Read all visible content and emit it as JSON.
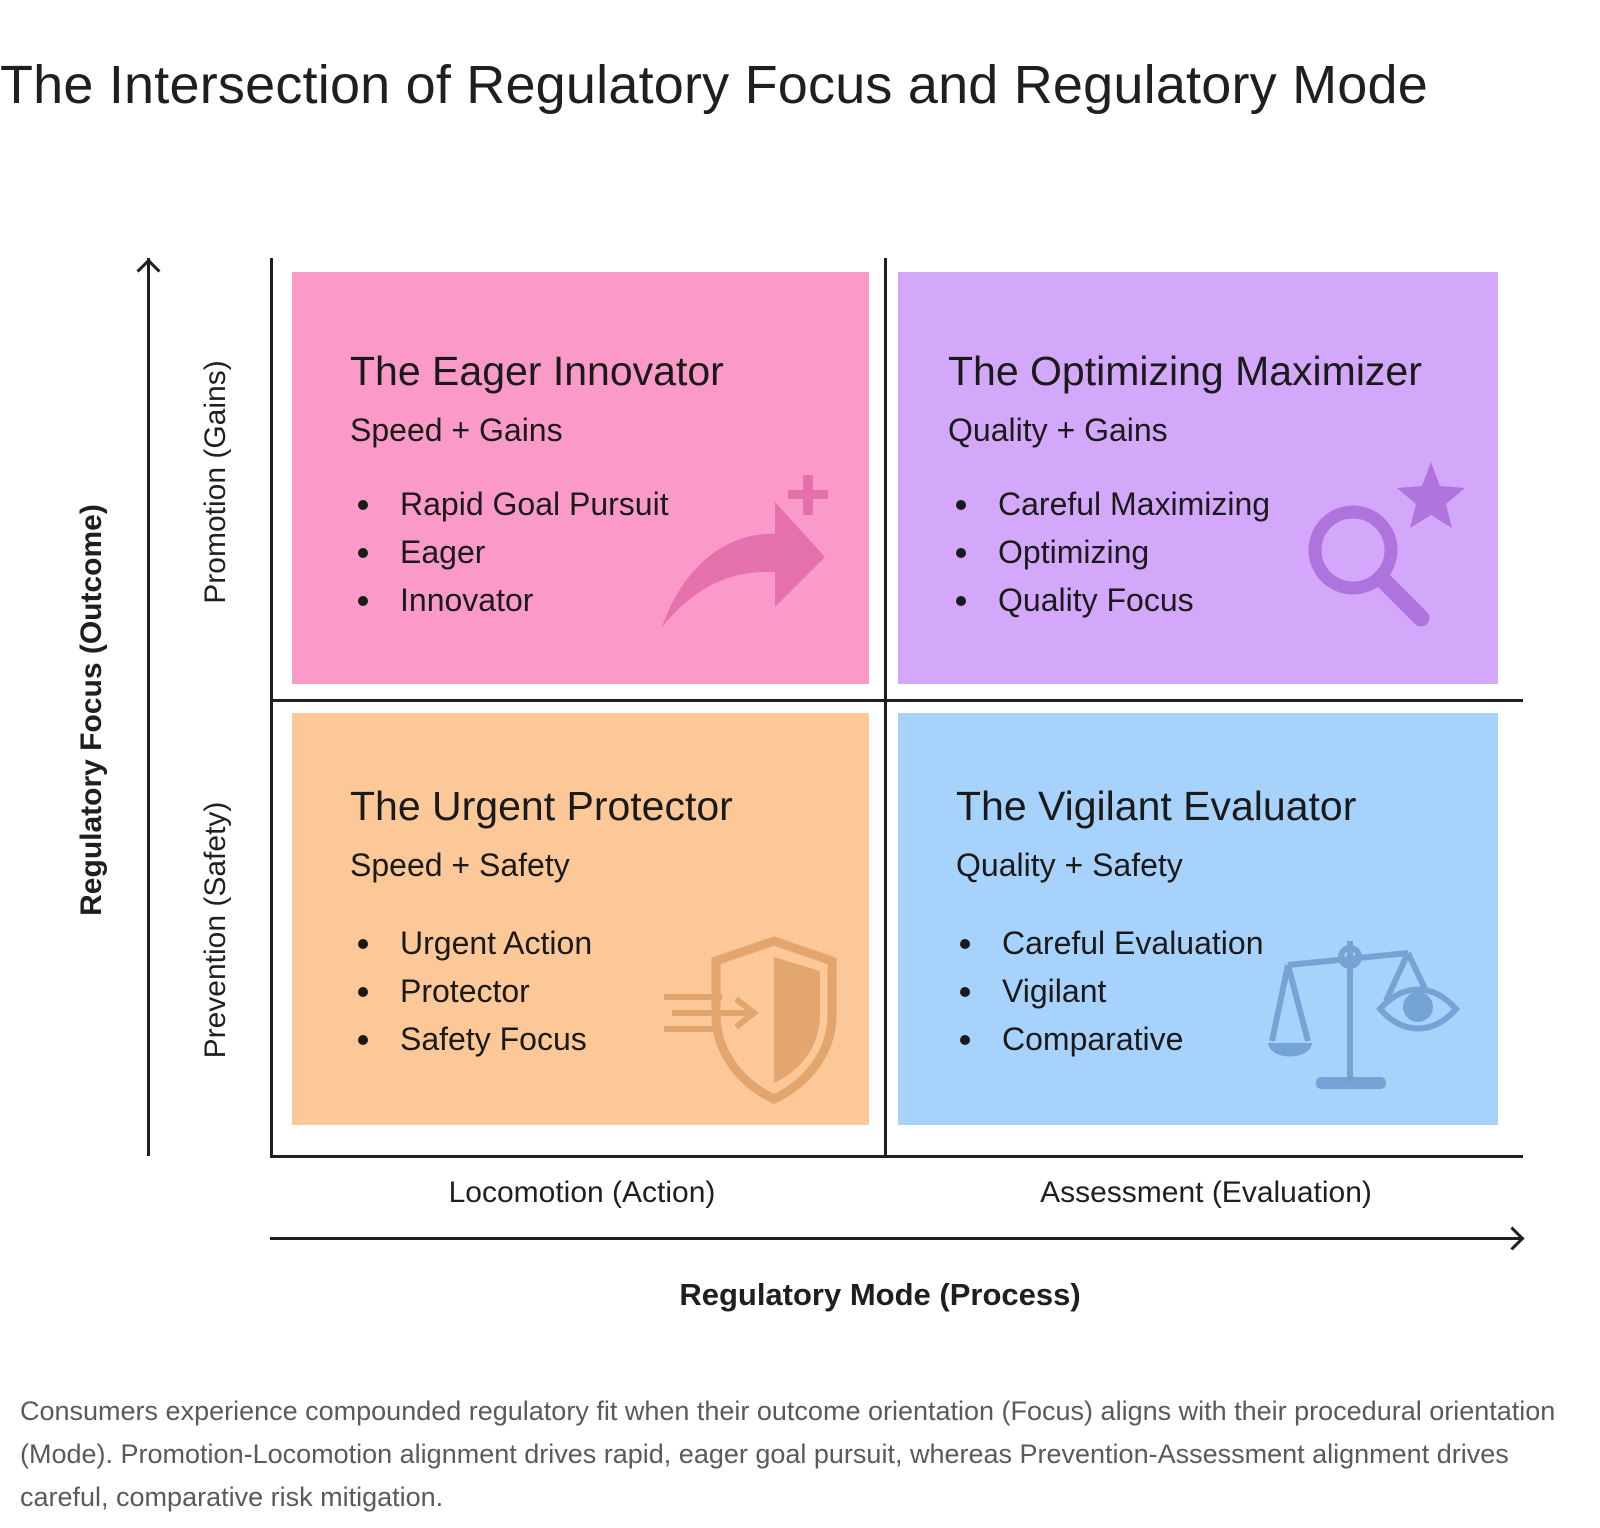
{
  "title": "The Intersection of Regulatory Focus and Regulatory Mode",
  "y_axis": {
    "title": "Regulatory Focus (Outcome)",
    "top_label": "Promotion (Gains)",
    "bottom_label": "Prevention (Safety)"
  },
  "x_axis": {
    "title": "Regulatory Mode (Process)",
    "left_label": "Locomotion (Action)",
    "right_label": "Assessment (Evaluation)"
  },
  "quadrants": [
    {
      "title": "The Eager Innovator",
      "subtitle": "Speed + Gains",
      "bullets": [
        "Rapid Goal Pursuit",
        "Eager",
        "Innovator"
      ],
      "icon": "curved-arrow-plus-icon",
      "color": "#fb9ac8"
    },
    {
      "title": "The Optimizing Maximizer",
      "subtitle": "Quality + Gains",
      "bullets": [
        "Careful Maximizing",
        "Optimizing",
        "Quality Focus"
      ],
      "icon": "magnifier-star-icon",
      "color": "#d3a7f9"
    },
    {
      "title": "The Urgent Protector",
      "subtitle": "Speed + Safety",
      "bullets": [
        "Urgent Action",
        "Protector",
        "Safety Focus"
      ],
      "icon": "shield-arrow-icon",
      "color": "#fcc897"
    },
    {
      "title": "The Vigilant Evaluator",
      "subtitle": "Quality + Safety",
      "bullets": [
        "Careful Evaluation",
        "Vigilant",
        "Comparative"
      ],
      "icon": "scale-eye-icon",
      "color": "#a7d2fb"
    }
  ],
  "caption": "Consumers experience compounded regulatory fit when their outcome orientation (Focus) aligns with their procedural orientation (Mode). Promotion-Locomotion alignment drives rapid, eager goal pursuit, whereas Prevention-Assessment alignment drives careful, comparative risk mitigation."
}
